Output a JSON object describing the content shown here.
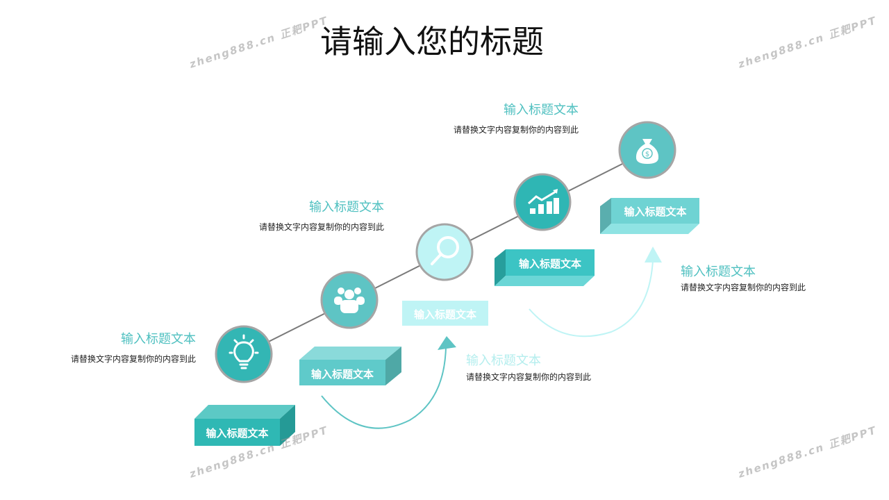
{
  "title": "请输入您的标题",
  "watermark": "zheng888.cn 正耙PPT",
  "steps": [
    {
      "heading": "输入标题文本",
      "desc": "请替换文字内容复制你的内容到此",
      "box": "输入标题文本",
      "icon": "lightbulb-icon"
    },
    {
      "heading": "输入标题文本",
      "desc": "请替换文字内容复制你的内容到此",
      "box": "输入标题文本",
      "icon": "people-icon"
    },
    {
      "heading": "输入标题文本",
      "desc": "请替换文字内容复制你的内容到此",
      "box": "输入标题文本",
      "icon": "magnifier-icon"
    },
    {
      "heading": "输入标题文本",
      "desc": "请替换文字内容复制你的内容到此",
      "box": "输入标题文本",
      "icon": "growth-chart-icon"
    },
    {
      "heading": "输入标题文本",
      "desc": "请替换文字内容复制你的内容到此",
      "box": "输入标题文本",
      "icon": "money-bag-icon"
    }
  ],
  "colors": {
    "teal": "#2fb8b4",
    "mid": "#5ec4c4",
    "light": "#bff4f5",
    "line": "#7a7a7a"
  }
}
